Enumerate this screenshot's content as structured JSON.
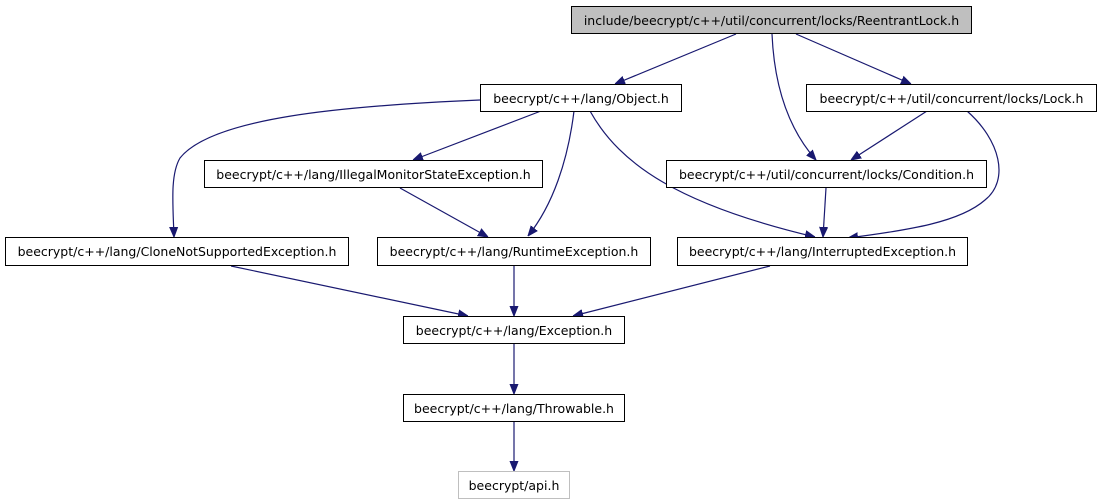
{
  "diagram": {
    "nodes": {
      "reentrant_lock": {
        "label": "include/beecrypt/c++/util/concurrent/locks/ReentrantLock.h"
      },
      "object": {
        "label": "beecrypt/c++/lang/Object.h"
      },
      "lock": {
        "label": "beecrypt/c++/util/concurrent/locks/Lock.h"
      },
      "illegal_monitor": {
        "label": "beecrypt/c++/lang/IllegalMonitorStateException.h"
      },
      "condition": {
        "label": "beecrypt/c++/util/concurrent/locks/Condition.h"
      },
      "clone_not_supported": {
        "label": "beecrypt/c++/lang/CloneNotSupportedException.h"
      },
      "runtime_exception": {
        "label": "beecrypt/c++/lang/RuntimeException.h"
      },
      "interrupted_exception": {
        "label": "beecrypt/c++/lang/InterruptedException.h"
      },
      "exception": {
        "label": "beecrypt/c++/lang/Exception.h"
      },
      "throwable": {
        "label": "beecrypt/c++/lang/Throwable.h"
      },
      "api": {
        "label": "beecrypt/api.h"
      }
    },
    "edges": [
      [
        "reentrant_lock",
        "object"
      ],
      [
        "reentrant_lock",
        "condition"
      ],
      [
        "reentrant_lock",
        "lock"
      ],
      [
        "object",
        "clone_not_supported"
      ],
      [
        "object",
        "illegal_monitor"
      ],
      [
        "object",
        "runtime_exception"
      ],
      [
        "object",
        "interrupted_exception"
      ],
      [
        "lock",
        "condition"
      ],
      [
        "lock",
        "interrupted_exception"
      ],
      [
        "illegal_monitor",
        "runtime_exception"
      ],
      [
        "condition",
        "interrupted_exception"
      ],
      [
        "clone_not_supported",
        "exception"
      ],
      [
        "runtime_exception",
        "exception"
      ],
      [
        "interrupted_exception",
        "exception"
      ],
      [
        "exception",
        "throwable"
      ],
      [
        "throwable",
        "api"
      ]
    ],
    "colors": {
      "edge": "#191970",
      "root_fill": "#bfbfbf",
      "node_border": "#000000",
      "external_border": "#bfbfbf"
    }
  }
}
